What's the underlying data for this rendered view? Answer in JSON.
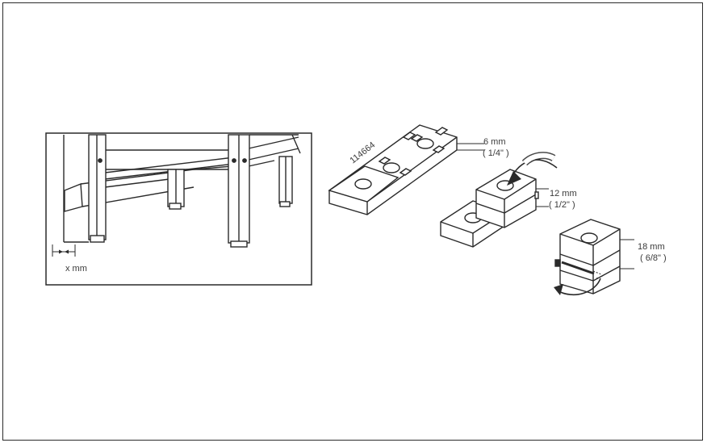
{
  "left_panel": {
    "gap_label": "x mm"
  },
  "spacer_kit": {
    "part_number": "114664",
    "sizes": [
      {
        "metric": "6 mm",
        "imperial": "( 1/4\" )"
      },
      {
        "metric": "12 mm",
        "imperial": "( 1/2\" )"
      },
      {
        "metric": "18 mm",
        "imperial": "( 6/8\" )"
      }
    ]
  },
  "icons": [
    "rotate-arrow-icon",
    "rotate-arrow-icon"
  ]
}
